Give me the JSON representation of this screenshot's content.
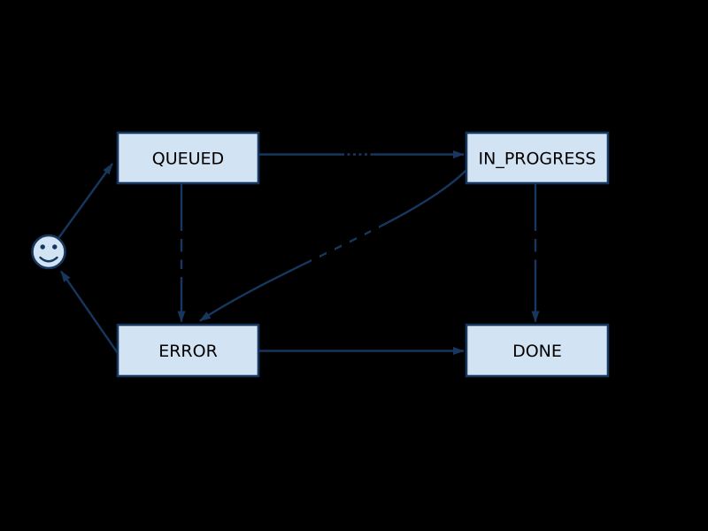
{
  "diagram": {
    "type": "state-machine",
    "background_color": "#000000",
    "node_fill_color": "#d2e3f4",
    "line_color": "#17375e",
    "label_color": "#000000",
    "nodes": {
      "start": {
        "shape": "smiley-face",
        "label": ""
      },
      "queued": {
        "label": "QUEUED"
      },
      "in_progress": {
        "label": "IN_PROGRESS"
      },
      "error": {
        "label": "ERROR"
      },
      "done": {
        "label": "DONE"
      }
    },
    "edges": [
      {
        "from": "start",
        "to": "QUEUED"
      },
      {
        "from": "QUEUED",
        "to": "IN_PROGRESS",
        "label_obscured": true
      },
      {
        "from": "QUEUED",
        "to": "ERROR",
        "label_obscured": true
      },
      {
        "from": "IN_PROGRESS",
        "to": "ERROR",
        "label_obscured": true
      },
      {
        "from": "IN_PROGRESS",
        "to": "DONE",
        "label_obscured": true
      },
      {
        "from": "ERROR",
        "to": "DONE"
      },
      {
        "from": "ERROR",
        "to": "start"
      }
    ]
  }
}
